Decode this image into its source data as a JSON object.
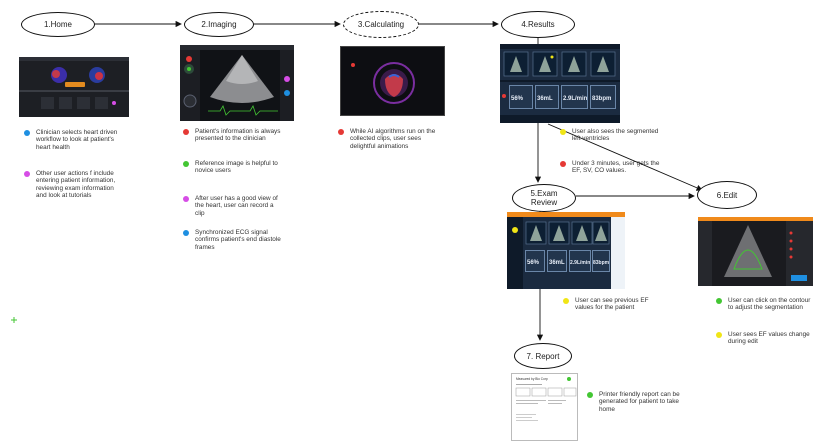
{
  "colors": {
    "blue": "#1e8fe1",
    "red": "#e53935",
    "green": "#43c633",
    "magenta": "#d64de6",
    "yellow": "#f0e516",
    "orange": "#f08a1b",
    "dark": "#162434",
    "navy": "#22354d"
  },
  "nodes": {
    "home": "1.Home",
    "imaging": "2.Imaging",
    "calculating": "3.Calculating",
    "results": "4.Results",
    "exam_review": "5.Exam Review",
    "edit": "6.Edit",
    "report": "7. Report"
  },
  "screens": {
    "results_values": [
      "56%",
      "36mL",
      "2.9L/min",
      "83bpm"
    ],
    "exam_values": [
      "56%",
      "36mL",
      "2.9L/min",
      "83bpm"
    ],
    "report_title": "Measured by Bio Corp"
  },
  "notes": {
    "home": [
      {
        "color": "blue",
        "text": "Clinician selects heart driven workflow to look at patient's heart health"
      },
      {
        "color": "magenta",
        "text": "Other user actions f include entering patient information, reviewing exam information and look at tutorials"
      }
    ],
    "imaging": [
      {
        "color": "red",
        "text": "Patient's information is always presented to the clinician"
      },
      {
        "color": "green",
        "text": "Reference image is helpful to novice users"
      },
      {
        "color": "magenta",
        "text": "After user has a good view of the heart, user can record a clip"
      },
      {
        "color": "blue",
        "text": "Synchronized ECG signal confirms patient's end diastole frames"
      }
    ],
    "calculating": [
      {
        "color": "red",
        "text": "While AI algorithms run on the collected clips, user sees delightful animations"
      }
    ],
    "results": [
      {
        "color": "yellow",
        "text": "User also sees the segmented left ventricles"
      },
      {
        "color": "red",
        "text": "Under 3 minutes, user gets the EF, SV, CO values."
      }
    ],
    "exam_review": [
      {
        "color": "yellow",
        "text": "User can see previous EF values for the patient"
      }
    ],
    "edit": [
      {
        "color": "green",
        "text": "User can click on the contour to adjust the segmentation"
      },
      {
        "color": "yellow",
        "text": "User sees EF values change during edit"
      }
    ],
    "report": [
      {
        "color": "green",
        "text": "Printer friendly report can be generated for patient to take home"
      }
    ]
  }
}
